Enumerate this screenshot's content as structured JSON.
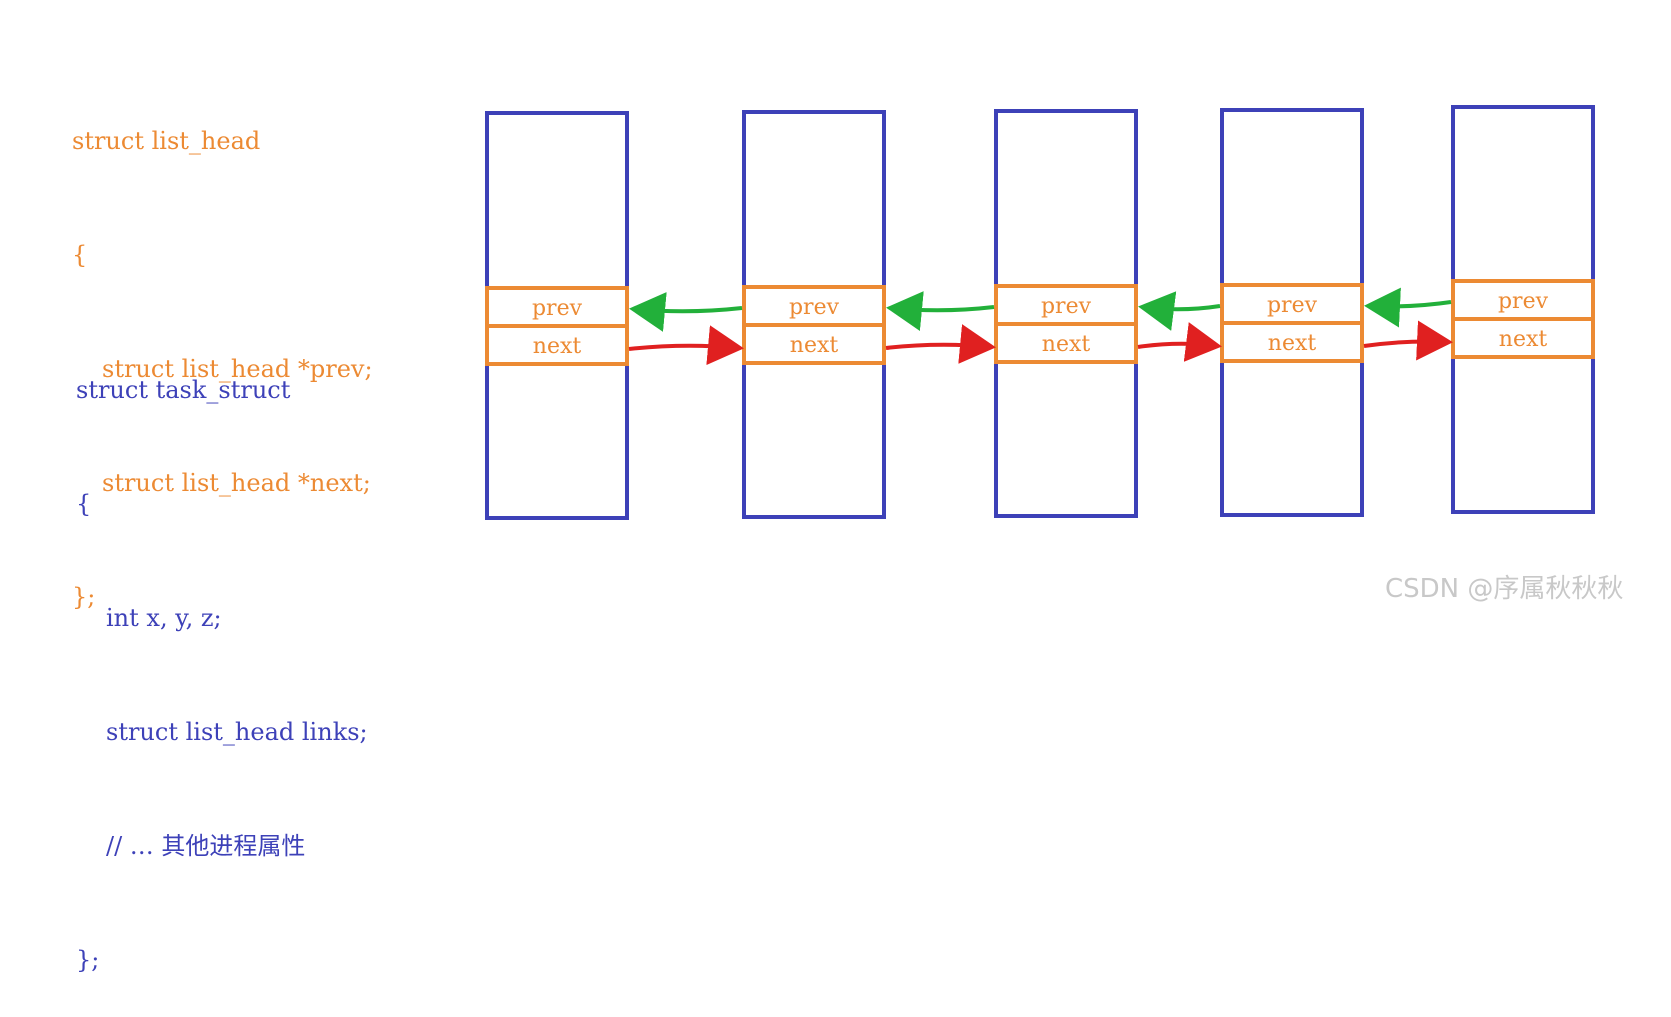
{
  "code": {
    "list_head": [
      "struct list_head",
      "{",
      "struct list_head *prev;",
      "struct list_head *next;",
      "};"
    ],
    "task_struct": [
      "struct task_struct",
      "{",
      "int x, y, z;",
      "struct list_head links;",
      "// … 其他进程属性",
      "};"
    ]
  },
  "nodes": [
    {
      "prev_label": "prev",
      "next_label": "next"
    },
    {
      "prev_label": "prev",
      "next_label": "next"
    },
    {
      "prev_label": "prev",
      "next_label": "next"
    },
    {
      "prev_label": "prev",
      "next_label": "next"
    },
    {
      "prev_label": "prev",
      "next_label": "next"
    }
  ],
  "colors": {
    "code_list_head": "#ec8a33",
    "code_task_struct": "#3d41b8",
    "node_border": "#3d41b8",
    "field_border": "#ec8a33",
    "prev_arrow": "#22b03a",
    "next_arrow": "#e02020",
    "watermark": "#c8c8c8"
  },
  "watermark": "CSDN @序属秋秋秋"
}
